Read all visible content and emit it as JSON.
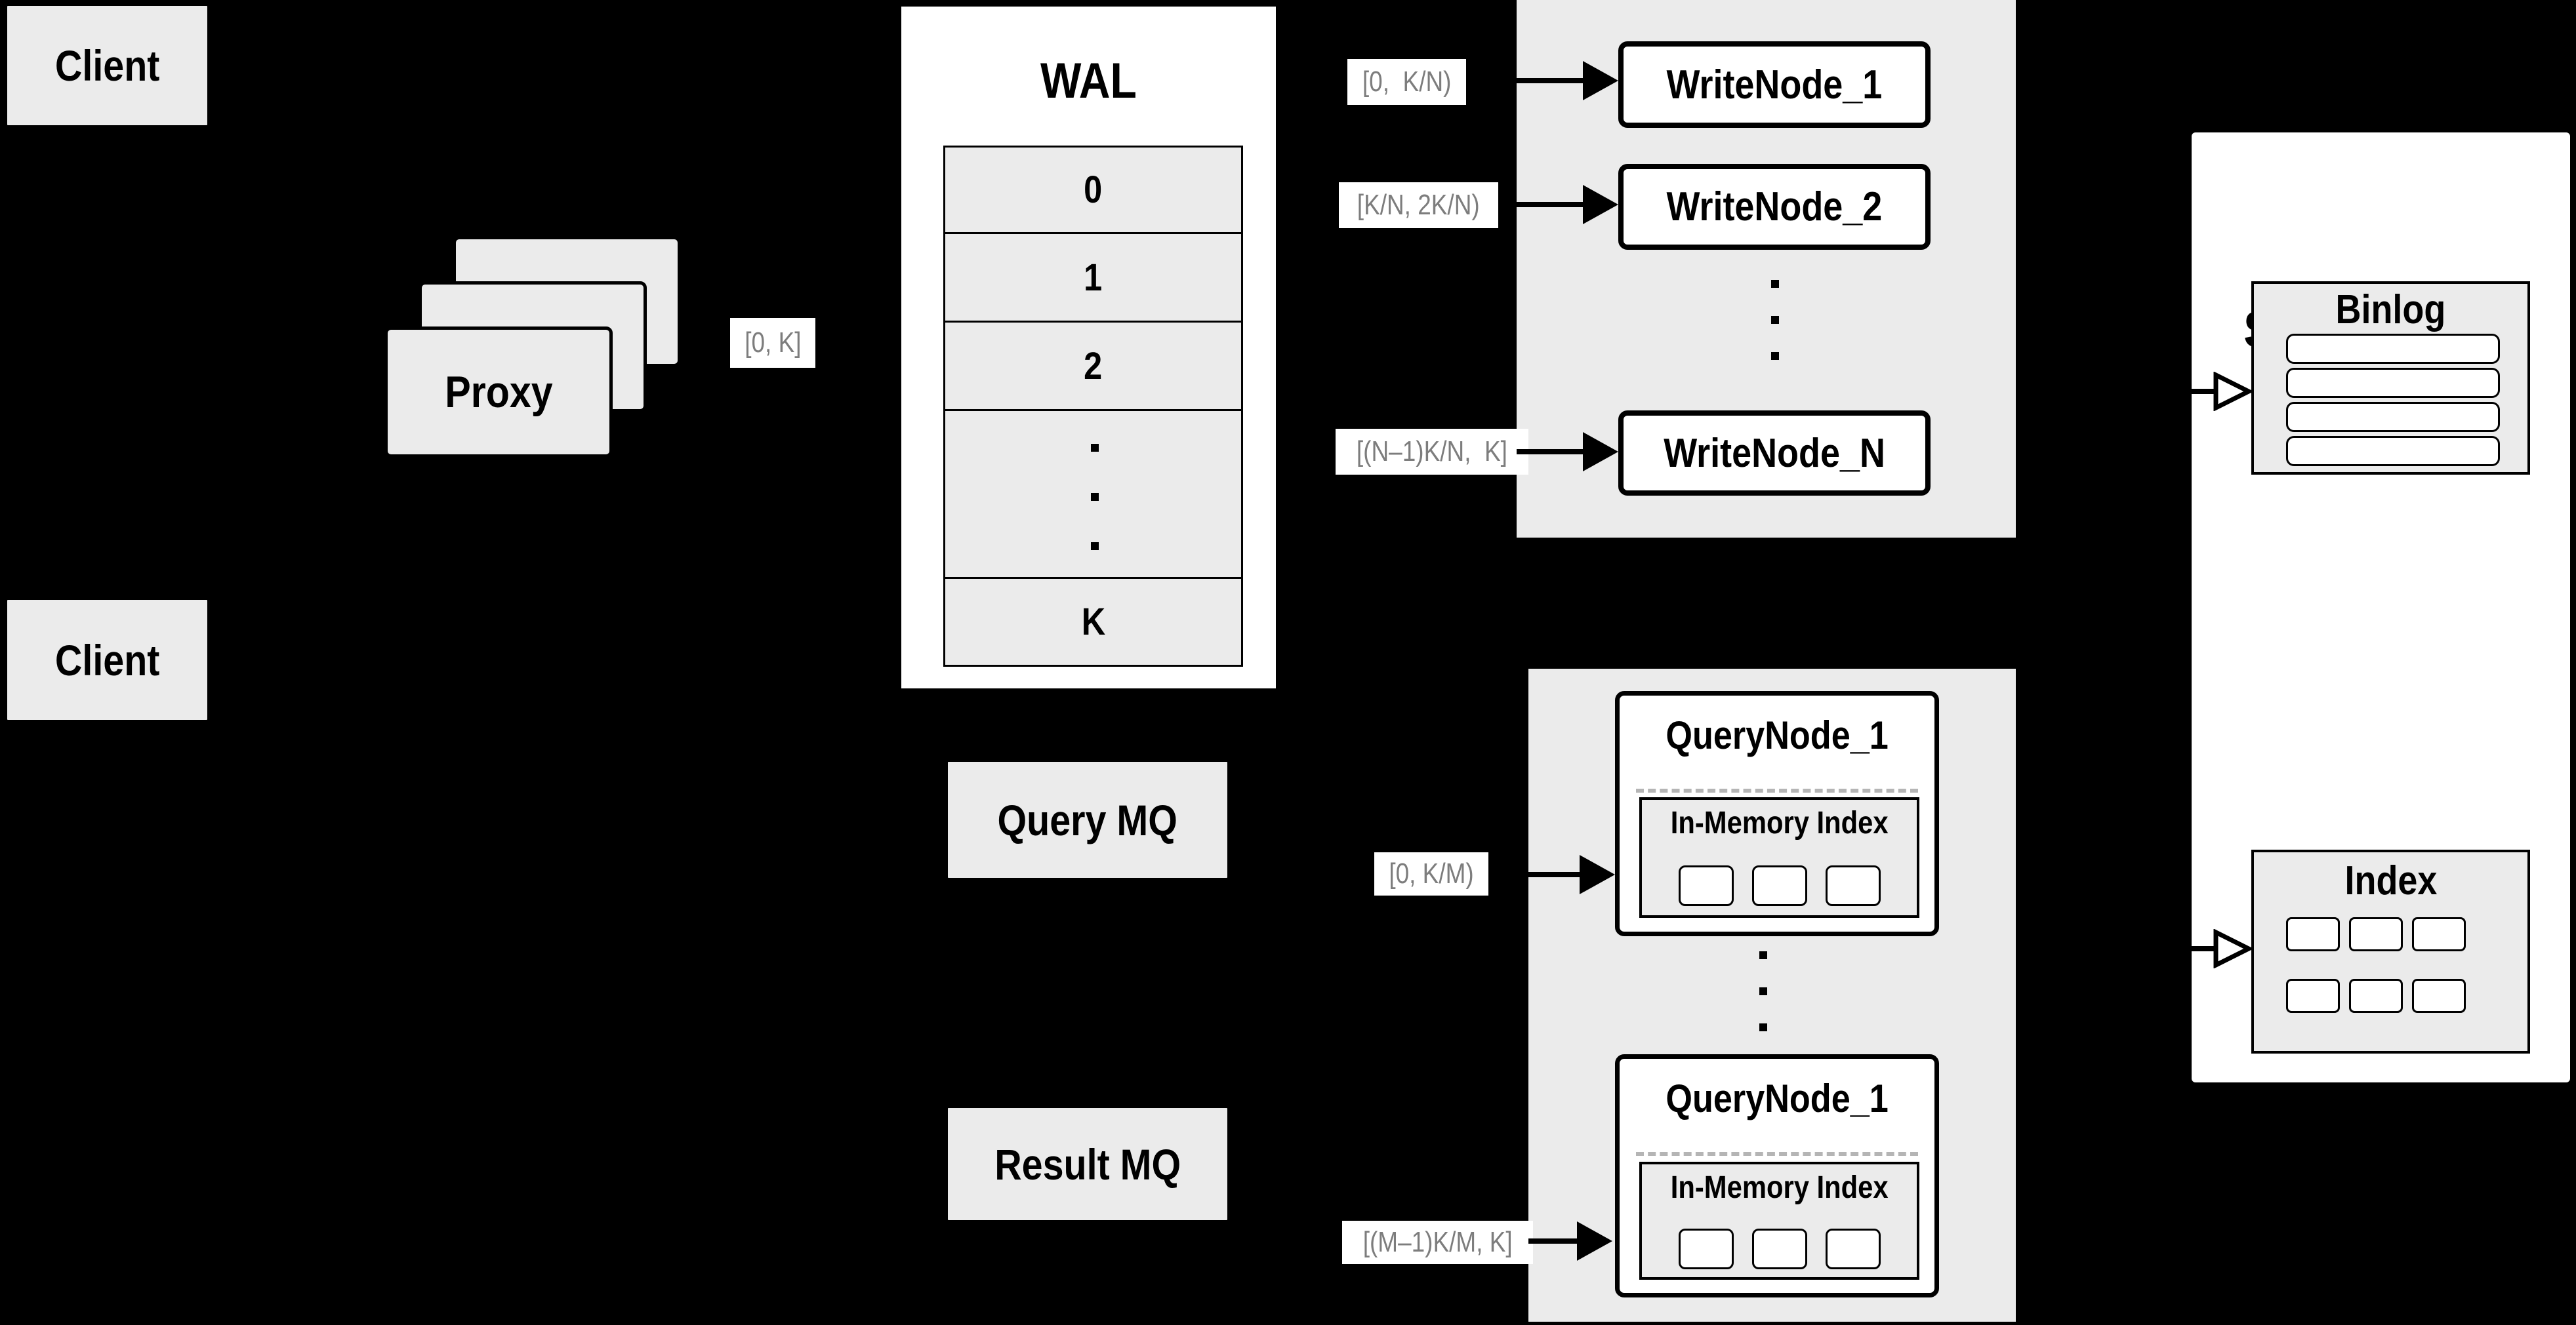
{
  "colors": {
    "background": "#000000",
    "panel_gray": "#ebebeb",
    "panel_white": "#ffffff",
    "stroke": "#000000",
    "range_text": "#7d7d7d"
  },
  "client_top": {
    "label": "Client"
  },
  "client_bottom": {
    "label": "Client"
  },
  "proxy": {
    "label": "Proxy"
  },
  "range_chips": {
    "proxy_to_wal": "[0, K]",
    "write_1": "[0,  K/N)",
    "write_2": "[K/N, 2K/N)",
    "write_n": "[(N–1)K/N,  K]",
    "query_1": "[0, K/M)",
    "query_m": "[(M–1)K/M, K]"
  },
  "wal": {
    "title": "WAL",
    "cells": [
      "0",
      "1",
      "2"
    ],
    "last_cell": "K"
  },
  "write_nodes": {
    "node_1": "WriteNode_1",
    "node_2": "WriteNode_2",
    "node_n": "WriteNode_N"
  },
  "mq": {
    "query": "Query MQ",
    "result": "Result MQ"
  },
  "query_nodes": {
    "top": {
      "title": "QueryNode_1",
      "index_title": "In-Memory Index"
    },
    "bottom": {
      "title": "QueryNode_1",
      "index_title": "In-Memory Index"
    }
  },
  "store_engine": {
    "title": "Store Engine",
    "binlog_title": "Binlog",
    "index_title": "Index"
  }
}
